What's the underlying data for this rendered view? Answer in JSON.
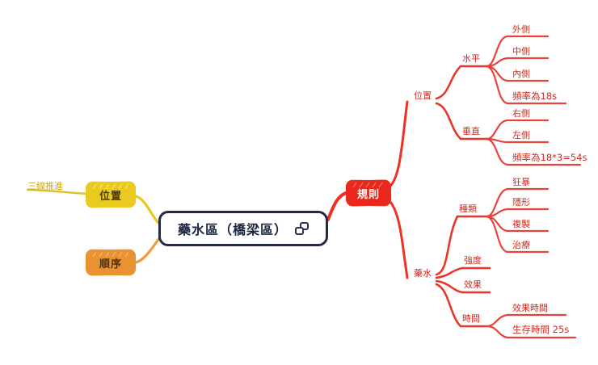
{
  "mindmap": {
    "root": {
      "label": "藥水區（橋梁區）",
      "icon": "copy-icon"
    },
    "left_branches": [
      {
        "label": "位置",
        "color": "#f2cf2b",
        "children": [
          {
            "label": "三線推進",
            "color": "#c9a818"
          }
        ]
      },
      {
        "label": "順序",
        "color": "#ef9a3d",
        "children": []
      }
    ],
    "right_branches": [
      {
        "label": "規則",
        "color": "#ee3124",
        "children": [
          {
            "label": "位置",
            "children": [
              {
                "label": "水平",
                "children": [
                  {
                    "label": "外側"
                  },
                  {
                    "label": "中側"
                  },
                  {
                    "label": "內側"
                  },
                  {
                    "label": "頻率為18s"
                  }
                ]
              },
              {
                "label": "垂直",
                "children": [
                  {
                    "label": "右側"
                  },
                  {
                    "label": "左側"
                  },
                  {
                    "label": "頻率為18*3=54s"
                  }
                ]
              }
            ]
          },
          {
            "label": "藥水",
            "children": [
              {
                "label": "種類",
                "children": [
                  {
                    "label": "狂暴"
                  },
                  {
                    "label": "隱形"
                  },
                  {
                    "label": "複製"
                  },
                  {
                    "label": "治療"
                  }
                ]
              },
              {
                "label": "強度",
                "children": []
              },
              {
                "label": "效果",
                "children": []
              },
              {
                "label": "時間",
                "children": [
                  {
                    "label": "效果時間"
                  },
                  {
                    "label": "生存時間 25s"
                  }
                ]
              }
            ]
          }
        ]
      }
    ],
    "colors": {
      "root_stroke": "#222a44",
      "yellow": "#f2cf2b",
      "orange": "#ef9a3d",
      "red": "#ee3124",
      "gold_text": "#c9a818",
      "red_text": "#d3291e"
    }
  }
}
